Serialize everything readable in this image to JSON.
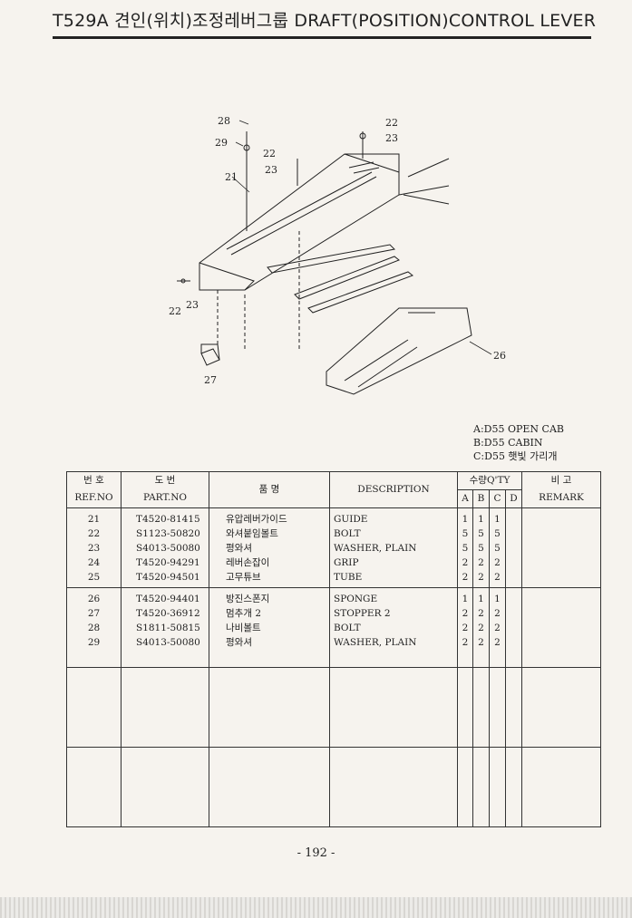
{
  "header": {
    "title": "T529A 견인(위치)조정레버그룹 DRAFT(POSITION)CONTROL LEVER"
  },
  "diagram": {
    "callouts": [
      "28",
      "29",
      "22",
      "23",
      "21",
      "22",
      "23",
      "22",
      "23",
      "27",
      "26"
    ]
  },
  "notes": [
    "A:D55 OPEN CAB",
    "B:D55 CABIN",
    "C:D55 햇빛 가리개"
  ],
  "table": {
    "headers": {
      "ref_ko": "번 호",
      "ref_en": "REF.NO",
      "part_ko": "도 번",
      "part_en": "PART.NO",
      "name_ko": "품 명",
      "desc": "DESCRIPTION",
      "qty": "수량Q'TY",
      "qty_cols": [
        "A",
        "B",
        "C",
        "D"
      ],
      "remark_ko": "비 고",
      "remark_en": "REMARK"
    },
    "groups": [
      {
        "rows": [
          {
            "ref": "21",
            "part": "T4520-81415",
            "name": "유압레버가이드",
            "desc": "GUIDE",
            "a": "1",
            "b": "1",
            "c": "1",
            "d": ""
          },
          {
            "ref": "22",
            "part": "S1123-50820",
            "name": "와셔붙임볼트",
            "desc": "BOLT",
            "a": "5",
            "b": "5",
            "c": "5",
            "d": ""
          },
          {
            "ref": "23",
            "part": "S4013-50080",
            "name": "평와셔",
            "desc": "WASHER, PLAIN",
            "a": "5",
            "b": "5",
            "c": "5",
            "d": ""
          },
          {
            "ref": "24",
            "part": "T4520-94291",
            "name": "레버손잡이",
            "desc": "GRIP",
            "a": "2",
            "b": "2",
            "c": "2",
            "d": ""
          },
          {
            "ref": "25",
            "part": "T4520-94501",
            "name": "고무튜브",
            "desc": "TUBE",
            "a": "2",
            "b": "2",
            "c": "2",
            "d": ""
          }
        ]
      },
      {
        "rows": [
          {
            "ref": "26",
            "part": "T4520-94401",
            "name": "방진스폰지",
            "desc": "SPONGE",
            "a": "1",
            "b": "1",
            "c": "1",
            "d": ""
          },
          {
            "ref": "27",
            "part": "T4520-36912",
            "name": "멈추개 2",
            "desc": "STOPPER 2",
            "a": "2",
            "b": "2",
            "c": "2",
            "d": ""
          },
          {
            "ref": "28",
            "part": "S1811-50815",
            "name": "나비볼트",
            "desc": "BOLT",
            "a": "2",
            "b": "2",
            "c": "2",
            "d": ""
          },
          {
            "ref": "29",
            "part": "S4013-50080",
            "name": "평와셔",
            "desc": "WASHER, PLAIN",
            "a": "2",
            "b": "2",
            "c": "2",
            "d": ""
          }
        ]
      },
      {
        "rows": []
      },
      {
        "rows": []
      }
    ]
  },
  "footer": {
    "page_number": "- 192 -"
  }
}
